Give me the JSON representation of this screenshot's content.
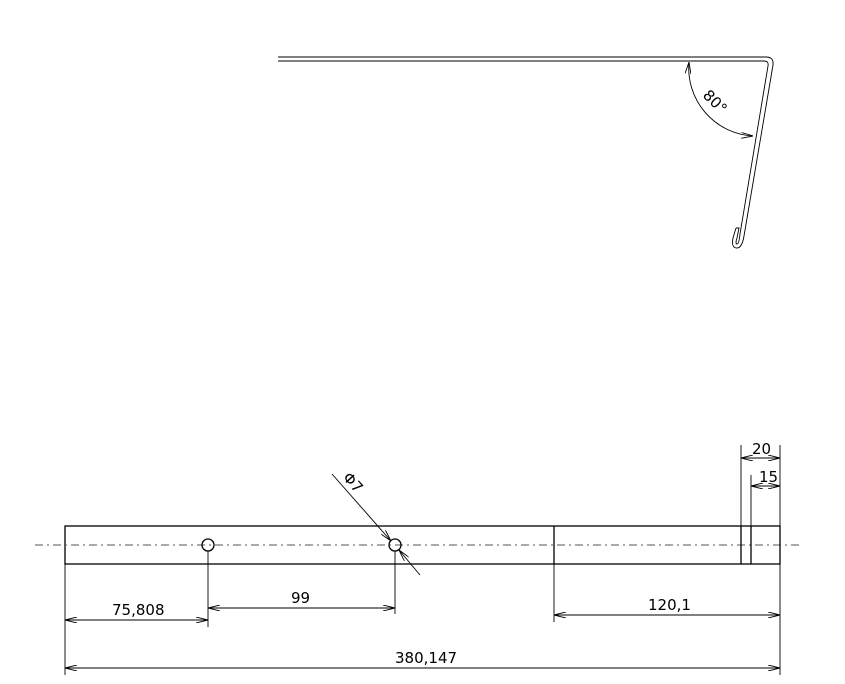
{
  "side_view": {
    "angle_label": "80°"
  },
  "plan_view": {
    "hole_label": "Φ7",
    "dimensions": {
      "hole1_offset": "75,808",
      "hole_spacing": "99",
      "right_section": "120,1",
      "overall_length": "380,147",
      "end_width_20": "20",
      "end_width_15": "15"
    }
  }
}
